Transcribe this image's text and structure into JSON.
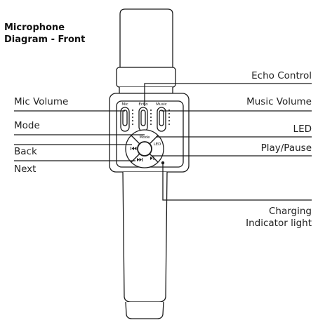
{
  "title_line1": "Microphone",
  "title_line2": "Diagram - Front",
  "labels": {
    "echo_control": "Echo Control",
    "mic_volume": "Mic Volume",
    "music_volume": "Music Volume",
    "mode": "Mode",
    "led": "LED",
    "back": "Back",
    "play_pause": "Play/Pause",
    "next": "Next",
    "charging_line1": "Charging",
    "charging_line2": "Indicator light"
  },
  "device": {
    "slider_mic": "Mic",
    "slider_echo": "Echo",
    "slider_music": "Music",
    "btn_mode": "Mode",
    "btn_led": "LED"
  },
  "colors": {
    "line": "#1a1a1a",
    "body_fill": "#ffffff"
  }
}
